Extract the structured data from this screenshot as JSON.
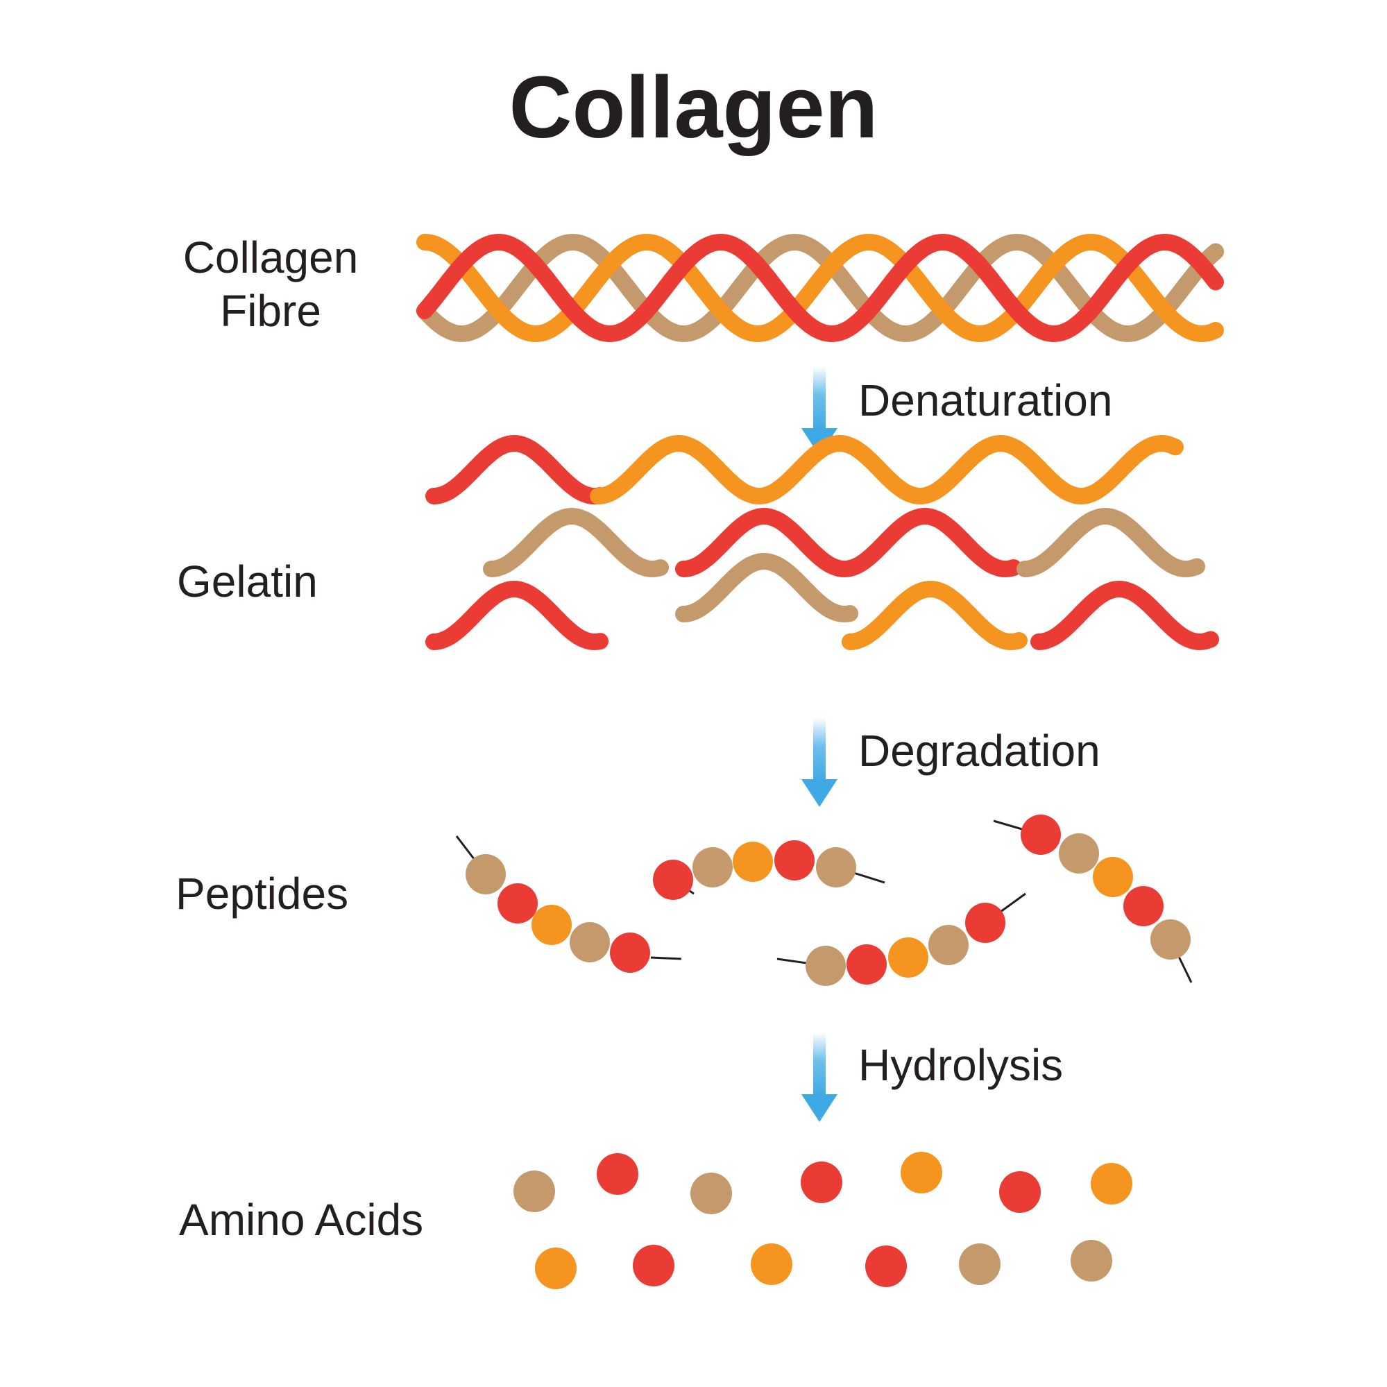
{
  "title": "Collagen",
  "stages": {
    "fibre": {
      "line1": "Collagen",
      "line2": "Fibre"
    },
    "gelatin": "Gelatin",
    "peptides": "Peptides",
    "amino_acids": "Amino Acids"
  },
  "steps": {
    "denaturation": "Denaturation",
    "degradation": "Degradation",
    "hydrolysis": "Hydrolysis"
  },
  "colors": {
    "red": "#ea3c35",
    "orange": "#f5951f",
    "tan": "#c49a6c",
    "arrow": "#3fa9e5",
    "text": "#231f20"
  }
}
